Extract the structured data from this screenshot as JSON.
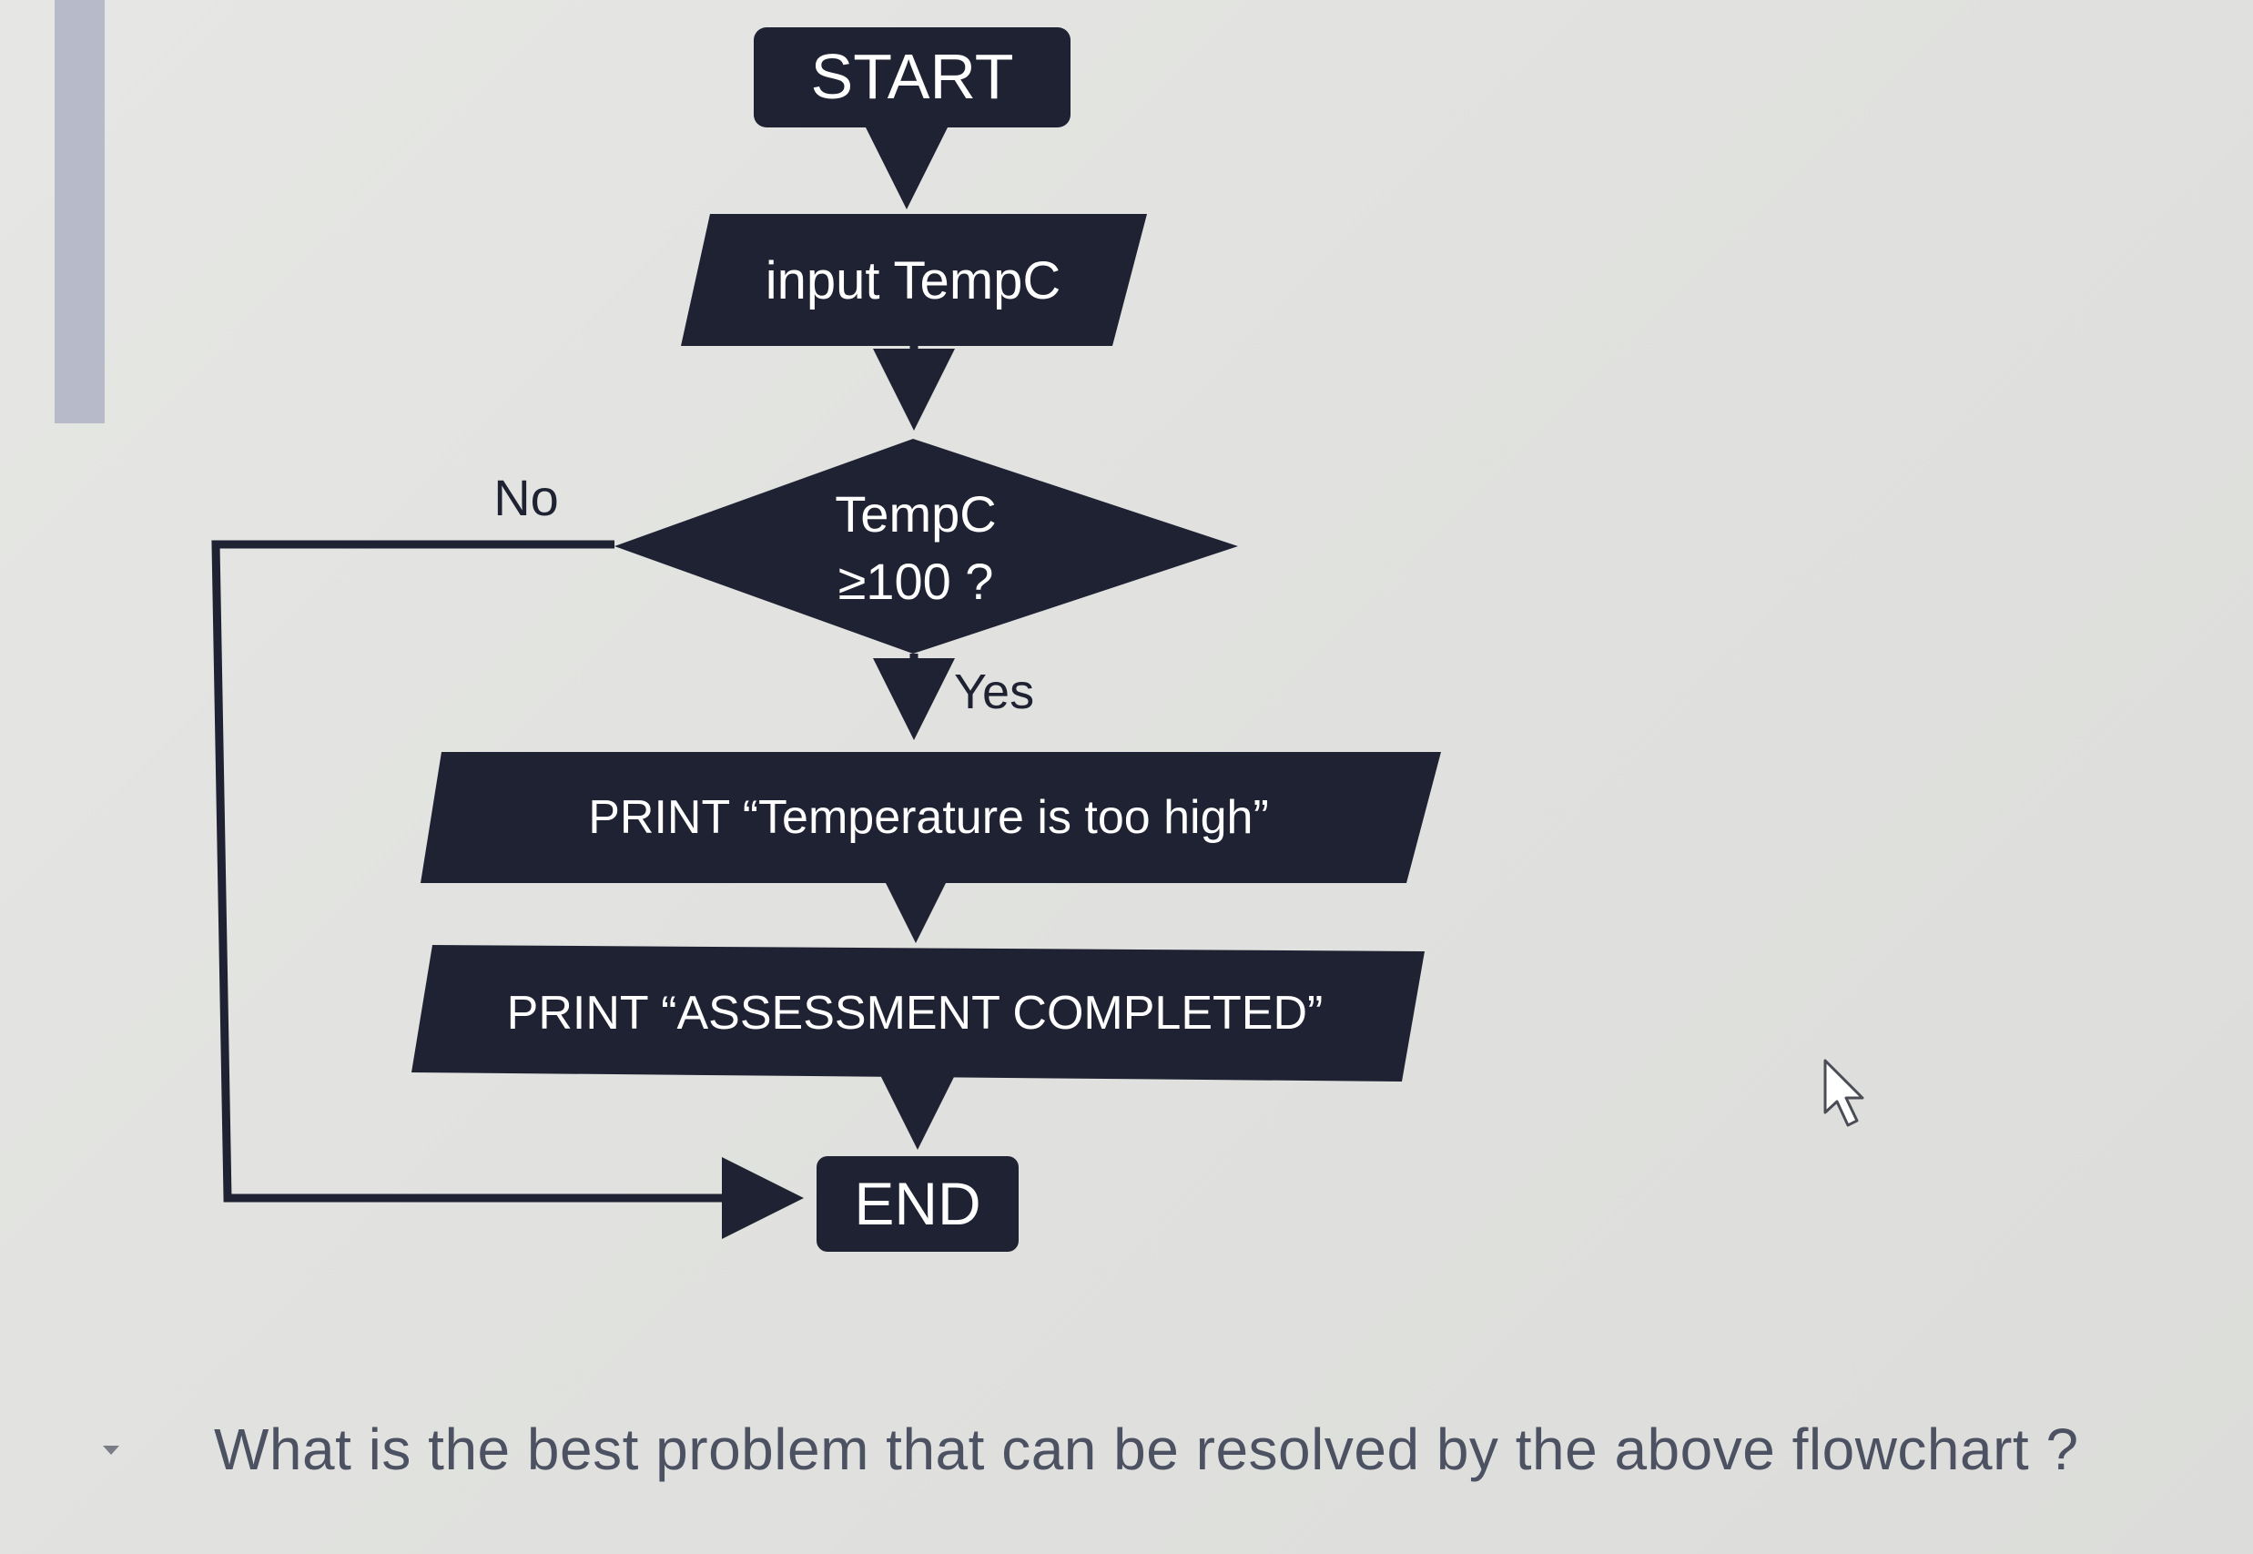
{
  "flowchart": {
    "start_label": "START",
    "input_label": "input TempC",
    "decision_line1": "TempC",
    "decision_line2": "≥100 ?",
    "no_label": "No",
    "yes_label": "Yes",
    "print1_label": "PRINT “Temperature is too high”",
    "print2_label": "PRINT “ASSESSMENT COMPLETED”",
    "end_label": "END"
  },
  "question": {
    "text": "What is the best problem that can be resolved by the above flowchart ?"
  },
  "colors": {
    "shape_fill": "#1f2232",
    "shape_text": "#ffffff",
    "line": "#1f2232",
    "question_text": "#4d5263",
    "background": "#e2e3e0"
  },
  "cursor": {
    "icon": "mouse-pointer-icon"
  }
}
